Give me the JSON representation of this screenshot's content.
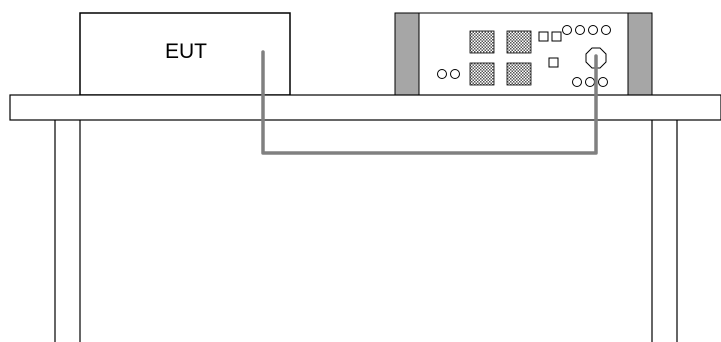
{
  "eut": {
    "label": "EUT"
  },
  "colors": {
    "outline": "#000000",
    "cable": "#808080",
    "rack_handle": "#a6a6a6",
    "background": "#ffffff"
  },
  "components": {
    "table": "table",
    "table_legs": [
      "left-leg",
      "right-leg"
    ],
    "eut_box": "eut-box",
    "instrument": "test-instrument",
    "cable": "interconnect-cable"
  }
}
